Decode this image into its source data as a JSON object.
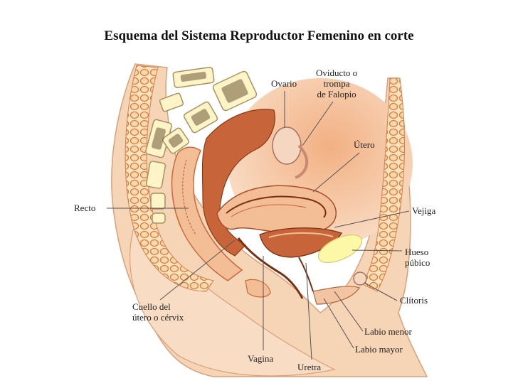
{
  "title": "Esquema del Sistema Reproductor Femenino en corte",
  "labels": {
    "ovario": "Ovario",
    "oviducto": [
      "Oviducto o",
      "trompa",
      "de Falopio"
    ],
    "utero": "Útero",
    "recto": "Recto",
    "vejiga": "Vejiga",
    "hueso": [
      "Hueso",
      "púbico"
    ],
    "clitoris": "Clítoris",
    "cuello": [
      "Cuello del",
      "útero o cérvix"
    ],
    "labio_menor": "Labio menor",
    "labio_mayor": "Labio mayor",
    "vagina": "Vagina",
    "uretra": "Uretra"
  },
  "colors": {
    "skin": "#f6d4b6",
    "tissue": "#ee9e6c",
    "muscle": "#c8643a",
    "dark": "#7a3010",
    "bone": "#fff4c8",
    "pubic_bone": "#fdf7a8",
    "fat": "#f9a65a"
  }
}
